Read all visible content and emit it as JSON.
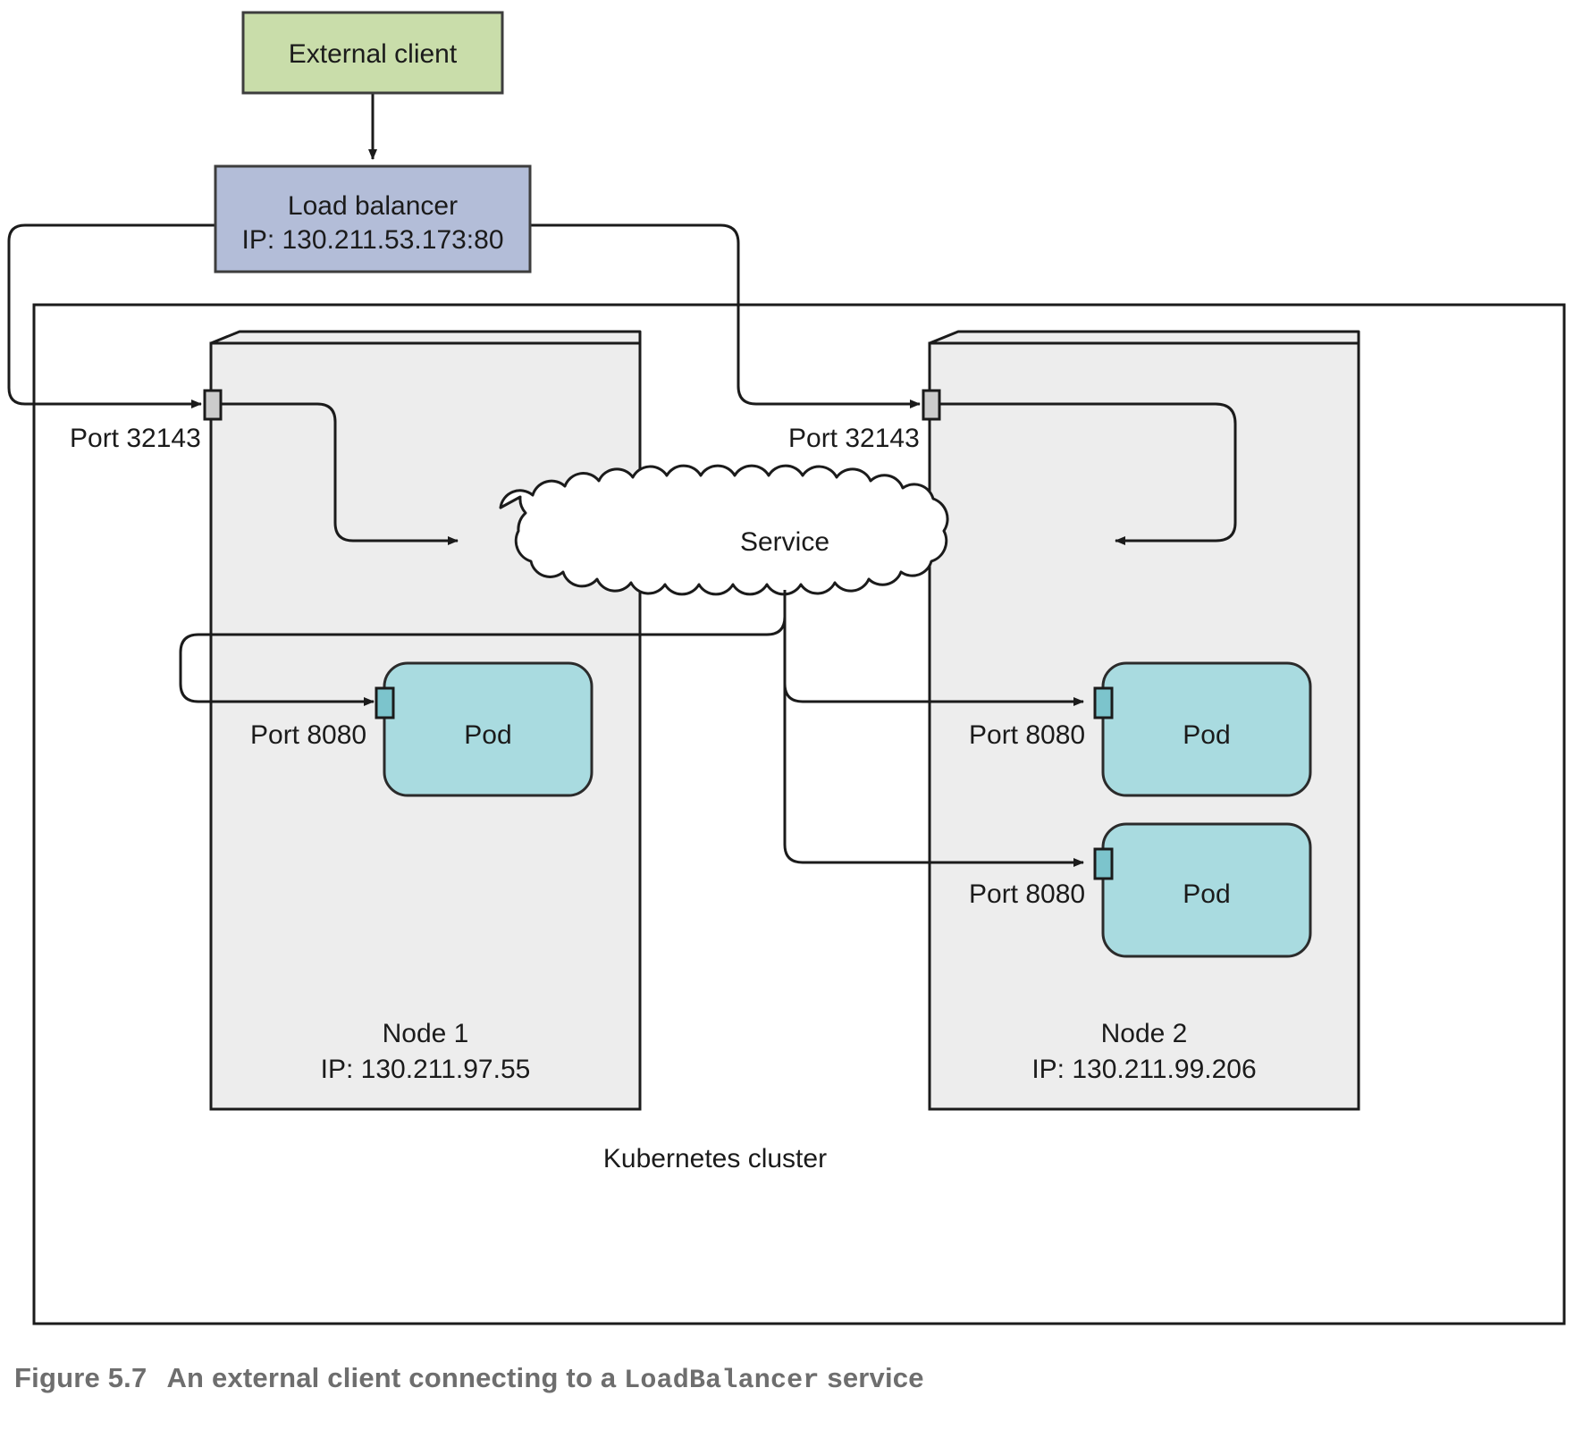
{
  "figure": {
    "number": "Figure 5.7",
    "caption_before": "An external client connecting to a ",
    "caption_code": "LoadBalancer",
    "caption_after": " service"
  },
  "external_client": {
    "label": "External client",
    "fill": "#c9ddaa",
    "stroke": "#3d3d3d"
  },
  "load_balancer": {
    "line1": "Load balancer",
    "line2": "IP: 130.211.53.173:80",
    "fill": "#b3bdd8",
    "stroke": "#3d3d3d"
  },
  "cluster": {
    "label": "Kubernetes cluster",
    "stroke": "#1b1b1b",
    "fill": "#ffffff"
  },
  "service": {
    "label": "Service",
    "fill": "#ffffff",
    "stroke": "#1b1b1b"
  },
  "nodes": [
    {
      "name": "Node 1",
      "ip": "IP: 130.211.97.55",
      "node_port_label": "Port 32143",
      "fill": "#ededed",
      "stroke": "#1b1b1b",
      "pods": [
        {
          "label": "Pod",
          "port_label": "Port 8080",
          "fill": "#a9dbe0",
          "stroke": "#2b2b2b"
        }
      ]
    },
    {
      "name": "Node 2",
      "ip": "IP: 130.211.99.206",
      "node_port_label": "Port 32143",
      "fill": "#ededed",
      "stroke": "#1b1b1b",
      "pods": [
        {
          "label": "Pod",
          "port_label": "Port 8080",
          "fill": "#a9dbe0",
          "stroke": "#2b2b2b"
        },
        {
          "label": "Pod",
          "port_label": "Port 8080",
          "fill": "#a9dbe0",
          "stroke": "#2b2b2b"
        }
      ]
    }
  ],
  "ports": {
    "node_port_fill": "#cccccc",
    "pod_port_fill": "#7cc4cc",
    "stroke": "#1b1b1b"
  },
  "colors": {
    "line": "#1b1b1b",
    "caption_text": "#6e6e6e"
  }
}
